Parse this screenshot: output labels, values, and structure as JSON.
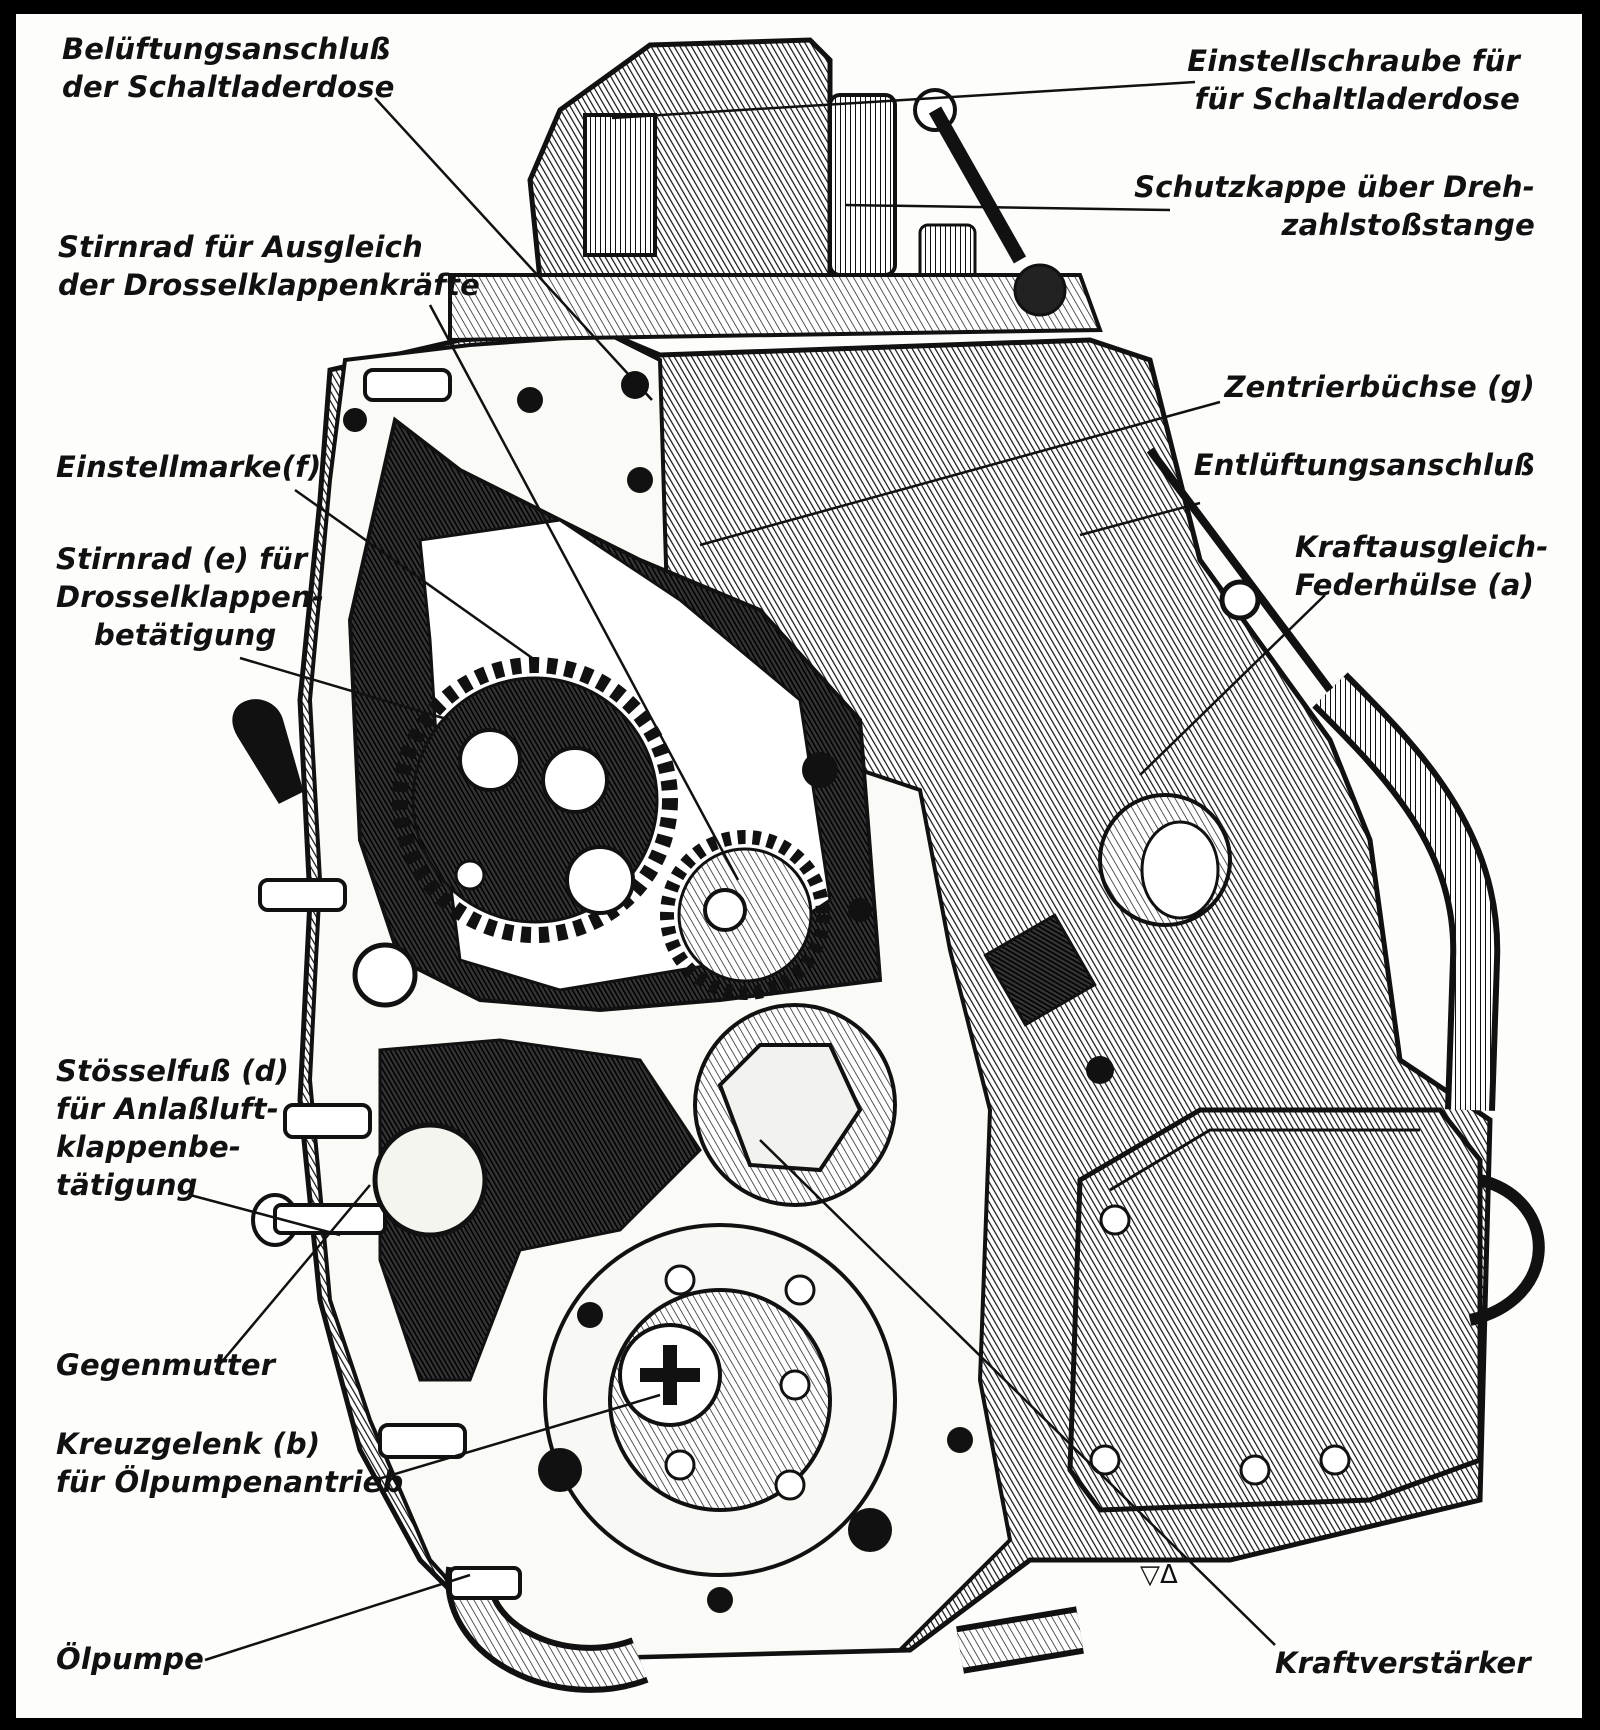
{
  "labels": {
    "beluftung": [
      "Belüftungsanschluß",
      "der Schaltladerdose"
    ],
    "einstellschraube": [
      "Einstellschraube für",
      "für Schaltladerdose"
    ],
    "schutzkappe": [
      "Schutzkappe über Dreh-",
      "zahlstoßstange"
    ],
    "stirnrad_ausgleich": [
      "Stirnrad für Ausgleich",
      "der Drosselklappenkräfte"
    ],
    "zentrierbuchse": [
      "Zentrierbüchse (g)"
    ],
    "entluftung": [
      "Entlüftungsanschluß"
    ],
    "einstellmarke": [
      "Einstellmarke(f)"
    ],
    "kraftausgleich": [
      "Kraftausgleich-",
      "Federhülse (a)"
    ],
    "stirnrad_e": [
      "Stirnrad (e) für",
      "Drosselklappen-",
      "betätigung"
    ],
    "stosselfuss": [
      "Stösselfuß (d)",
      "für Anlaßluft-",
      "klappenbe-",
      "tätigung"
    ],
    "gegenmutter": [
      "Gegenmutter"
    ],
    "kreuzgelenk": [
      "Kreuzgelenk (b)",
      "für Ölpumpenantrieb"
    ],
    "olpumpe": [
      "Ölpumpe"
    ],
    "kraftverstarker": [
      "Kraftverstärker"
    ]
  },
  "maker_mark": "▽Δ",
  "colors": {
    "ink": "#111111",
    "paper": "#fdfdfb",
    "frame": "#000000"
  }
}
